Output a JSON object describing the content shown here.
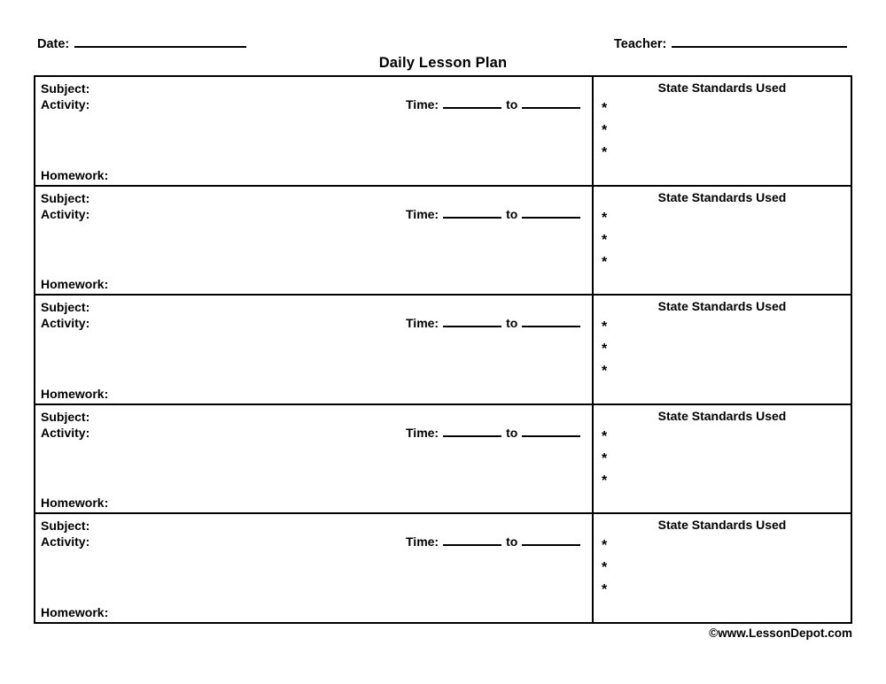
{
  "header": {
    "date_label": "Date:",
    "teacher_label": "Teacher:"
  },
  "title": "Daily Lesson Plan",
  "labels": {
    "subject": "Subject:",
    "activity": "Activity:",
    "homework": "Homework:",
    "time": "Time:",
    "time_to": "to",
    "standards_heading": "State Standards Used",
    "bullet": "*"
  },
  "rows": [
    {
      "subject": "Subject:",
      "activity": "Activity:",
      "homework": "Homework:",
      "time_label": "Time:",
      "time_to": "to",
      "standards_heading": "State Standards Used",
      "standards": [
        "*",
        "*",
        "*"
      ]
    },
    {
      "subject": "Subject:",
      "activity": "Activity:",
      "homework": "Homework:",
      "time_label": "Time:",
      "time_to": "to",
      "standards_heading": "State Standards Used",
      "standards": [
        "*",
        "*",
        "*"
      ]
    },
    {
      "subject": "Subject:",
      "activity": "Activity:",
      "homework": "Homework:",
      "time_label": "Time:",
      "time_to": "to",
      "standards_heading": "State Standards Used",
      "standards": [
        "*",
        "*",
        "*"
      ]
    },
    {
      "subject": "Subject:",
      "activity": "Activity:",
      "homework": "Homework:",
      "time_label": "Time:",
      "time_to": "to",
      "standards_heading": "State Standards Used",
      "standards": [
        "*",
        "*",
        "*"
      ]
    },
    {
      "subject": "Subject:",
      "activity": "Activity:",
      "homework": "Homework:",
      "time_label": "Time:",
      "time_to": "to",
      "standards_heading": "State Standards Used",
      "standards": [
        "*",
        "*",
        "*"
      ]
    }
  ],
  "footer": {
    "credit": "©www.LessonDepot.com"
  }
}
